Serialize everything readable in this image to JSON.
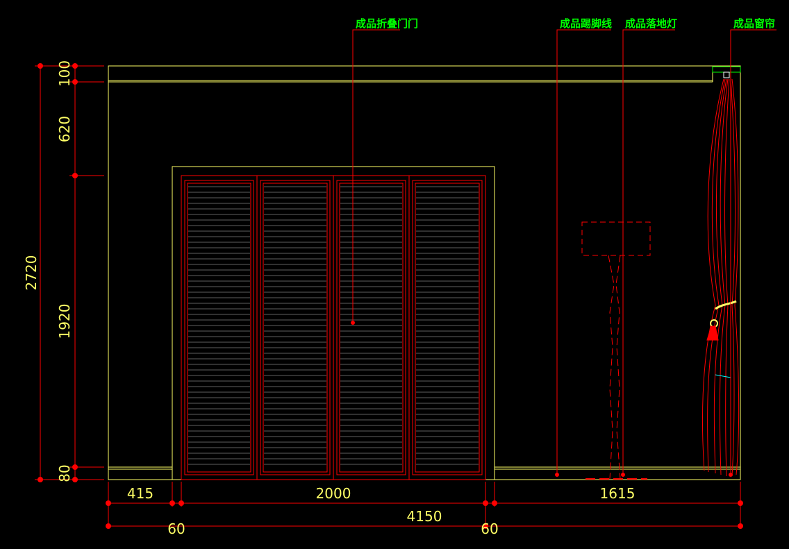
{
  "colors": {
    "background": "#000000",
    "outline": "#ffff66",
    "detail": "#ff0000",
    "label": "#00ff00",
    "dimension_text": "#ffff66",
    "dimension_line": "#ff0000",
    "louver": "#ffffff"
  },
  "labels": {
    "folding_door": "成品折叠门门",
    "skirting": "成品踢脚线",
    "floor_lamp": "成品落地灯",
    "curtain": "成品窗帘"
  },
  "dimensions": {
    "vertical": {
      "total": "2720",
      "top": "100",
      "upper": "620",
      "middle": "1920",
      "bottom": "80"
    },
    "horizontal": {
      "left": "415",
      "door": "2000",
      "right": "1615",
      "total": "4150",
      "offset_left": "60",
      "offset_right": "60"
    }
  },
  "icons": {
    "dimension_marker": "red-dot-icon"
  }
}
